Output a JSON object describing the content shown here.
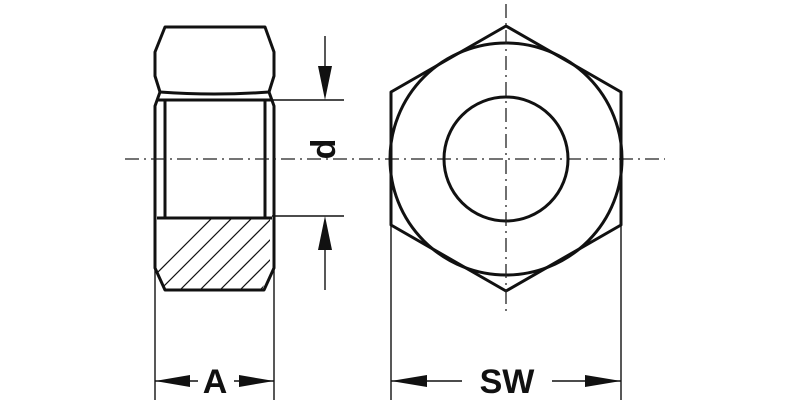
{
  "labels": {
    "width_across_nut": "A",
    "width_across_flats": "SW",
    "thread_diameter": "d"
  }
}
